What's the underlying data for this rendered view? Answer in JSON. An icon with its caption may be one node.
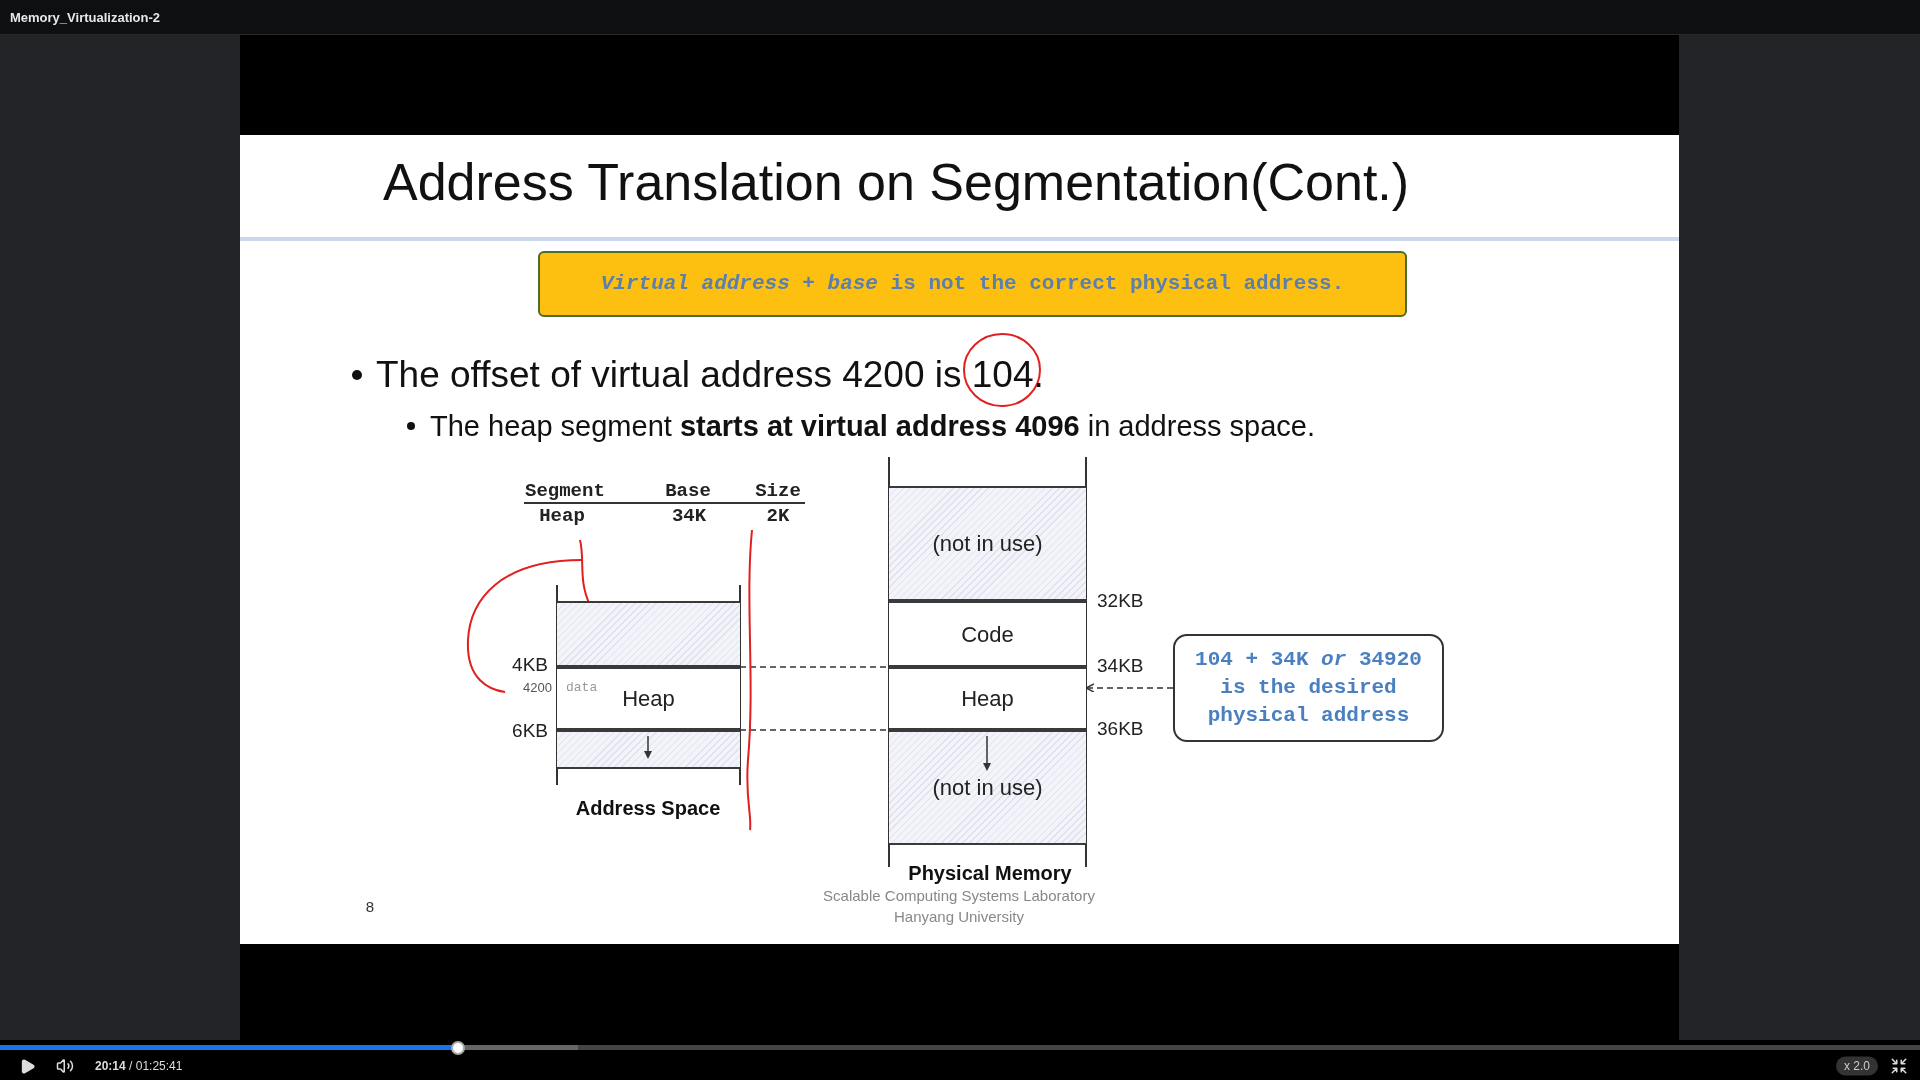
{
  "diagram": {
    "title": "Address Translation on Segmentation(Cont.)",
    "nodes": [
      {
        "text": [
          "*Virtual address* + *base* is not the correct physical address."
        ]
      },
      {
        "text": [],
        "shape": "box"
      },
      {
        "text": [
          "Heap"
        ]
      },
      {
        "text": [],
        "shape": "box"
      },
      {
        "text": [
          "(not in use)"
        ]
      },
      {
        "text": [
          "Code"
        ]
      },
      {
        "text": [
          "Heap"
        ]
      },
      {
        "text": [
          "(not in use)"
        ]
      },
      {
        "text": [
          "104 + 34K *or* 34920 is the desired physical address"
        ]
      }
    ],
    "edges": [
      {
        "from": 2,
        "to": 6,
        "arrow": "none",
        "style": "dashed"
      },
      {
        "from": 2,
        "to": 6,
        "arrow": "none",
        "style": "dashed"
      },
      {
        "from": 8,
        "to": 6,
        "arrow": "to",
        "style": "dashed"
      }
    ],
    "labels": [
      "Memory_Virtualization-2",
      "The offset of virtual address 4200 is 104.",
      "The heap segment **starts at virtual address 4096** in address space.",
      "Segment",
      "Base",
      "Size",
      "Heap",
      "34K",
      "2K",
      "4KB",
      "4200",
      "data",
      "6KB",
      "Address Space",
      "32KB",
      "34KB",
      "36KB",
      "Physical Memory",
      "8",
      "Scalable Computing Systems Laboratory",
      "Hanyang University",
      "**20:14** / 01:25:41",
      "x 2.0"
    ]
  }
}
